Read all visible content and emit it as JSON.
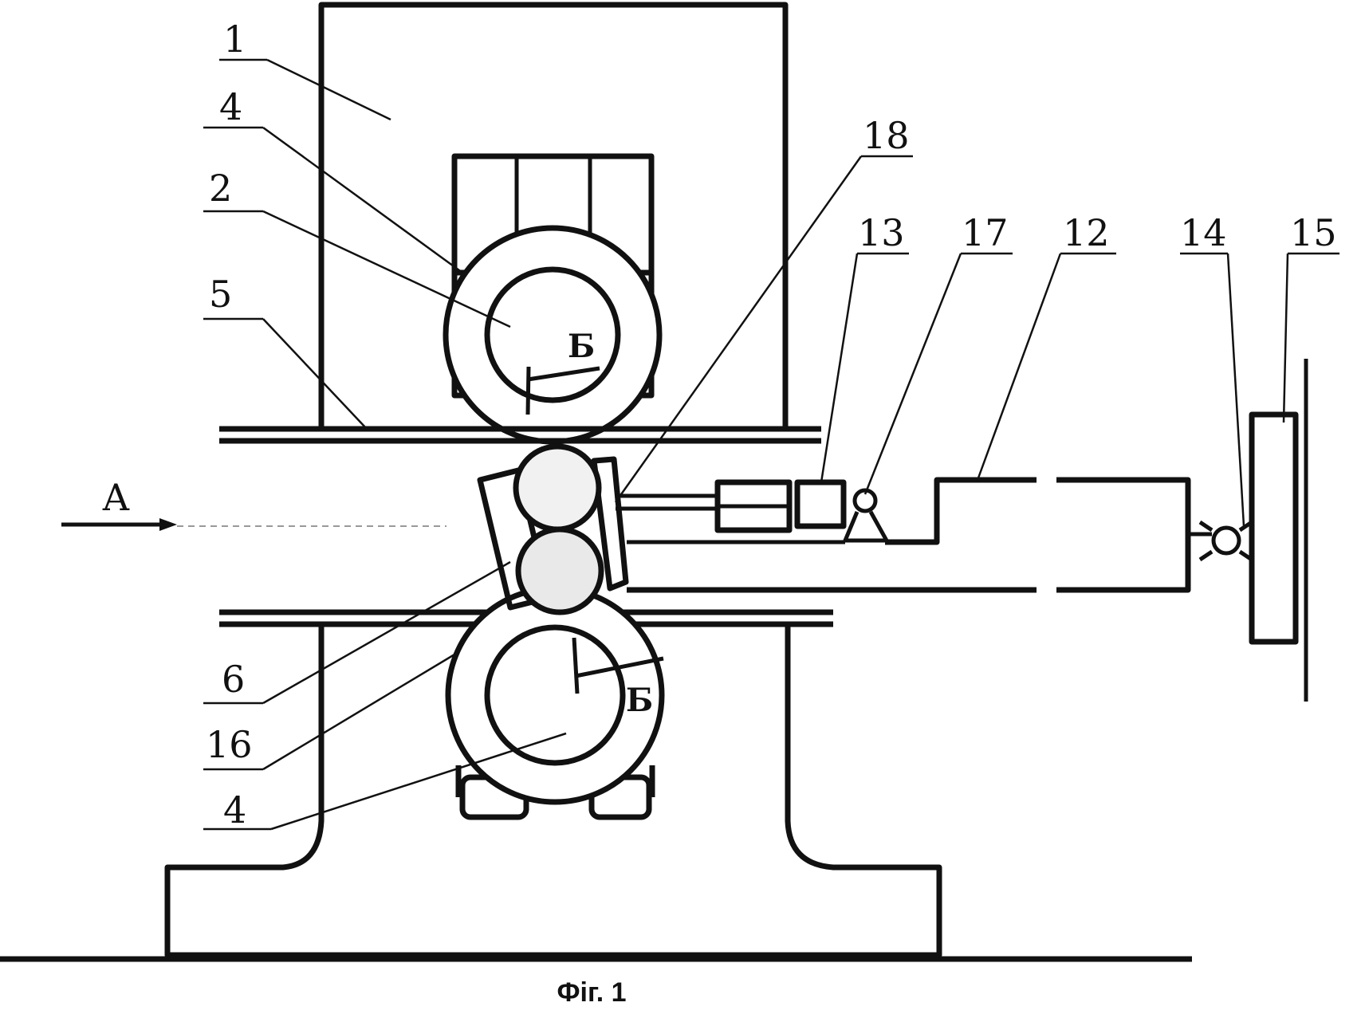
{
  "figure": {
    "caption": "Фіг. 1",
    "view_label": "А",
    "section_labels": [
      "Б",
      "Б"
    ],
    "callouts": {
      "n1": "1",
      "n4a": "4",
      "n2": "2",
      "n5": "5",
      "n18": "18",
      "n13": "13",
      "n17": "17",
      "n12": "12",
      "n14": "14",
      "n15": "15",
      "n6": "6",
      "n16": "16",
      "n4b": "4"
    }
  }
}
